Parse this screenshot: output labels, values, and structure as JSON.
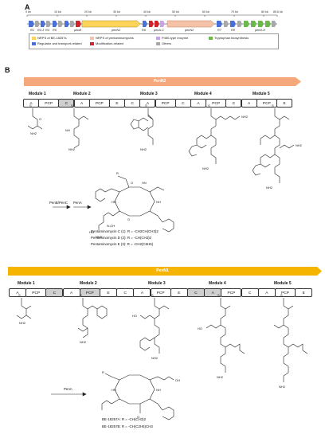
{
  "panel_a": {
    "letter": "A",
    "scale_labels": [
      "0 kb",
      "10 kb",
      "20 kb",
      "30 kb",
      "40 kb",
      "50 kb",
      "60 kb",
      "70 kb",
      "80 kb",
      "85.6 kb"
    ],
    "gene_labels": [
      "R1",
      "R2-3",
      "R4",
      "R5",
      "penB",
      "penN1",
      "R6",
      "penA-C",
      "penN2",
      "R7",
      "R8",
      "penD-H"
    ],
    "legend": [
      {
        "label": "NRPS of BE-18257s",
        "color": "#fcd45a"
      },
      {
        "label": "NRPS of pentaminomycins",
        "color": "#f4c2a7"
      },
      {
        "label": "P450-type enzyme",
        "color": "#c7a3e8"
      },
      {
        "label": "Tryptophan biosynthesis",
        "color": "#6db84c"
      },
      {
        "label": "Regulator and transport-related",
        "color": "#4a6fd6"
      },
      {
        "label": "Modification-related",
        "color": "#d2232a"
      },
      {
        "label": "Others",
        "color": "#a8a8a8"
      }
    ]
  },
  "panel_b": {
    "letter": "B",
    "pen_n2": {
      "title": "PenN2",
      "modules": [
        "Module 1",
        "Module 2",
        "Module 3",
        "Module 4",
        "Module 5"
      ],
      "domains": [
        "A",
        "PCP",
        "C",
        "A",
        "PCP",
        "E",
        "C",
        "A",
        "PCP",
        "C",
        "A",
        "PCP",
        "C",
        "A",
        "PCP",
        "E"
      ],
      "arrow_label_1": "PenB/PenC",
      "arrow_label_2": "PenA",
      "compounds": [
        "Pentaminomycin C (1): R = -CH2CH(CH3)2",
        "Pentaminomycin D (2): R = -CH(CH3)2",
        "Pentaminomycin E (3): R = -CH2(C6H5)"
      ]
    },
    "pen_n1": {
      "title": "PenN1",
      "modules": [
        "Module 1",
        "Module 2",
        "Module 3",
        "Module 4",
        "Module 5"
      ],
      "domains": [
        "A",
        "PCP",
        "C",
        "A",
        "PCP",
        "E",
        "C",
        "A",
        "PCP",
        "E",
        "C",
        "A",
        "PCP",
        "C",
        "A",
        "PCP",
        "E"
      ],
      "arrow_label": "PenA",
      "compounds": [
        "BE-18257A: R = -CH(CH3)2",
        "BE-18257B: R = -CH(C2H5)CH3"
      ]
    }
  }
}
